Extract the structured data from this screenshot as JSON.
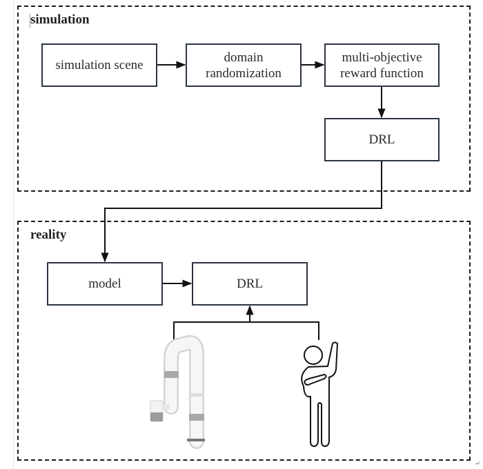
{
  "groups": {
    "simulation": {
      "title": "simulation"
    },
    "reality": {
      "title": "reality"
    }
  },
  "nodes": {
    "simulation_scene": "simulation scene",
    "domain_randomization": "domain\nrandomization",
    "reward_function": "multi-objective\nreward function",
    "drl_sim": "DRL",
    "model": "model",
    "drl_real": "DRL"
  },
  "images": {
    "robot_arm": "robot-arm-illustration",
    "human": "human-waving-icon"
  },
  "edges": [
    {
      "from": "simulation scene",
      "to": "domain randomization"
    },
    {
      "from": "domain randomization",
      "to": "multi-objective reward function"
    },
    {
      "from": "multi-objective reward function",
      "to": "DRL (simulation)"
    },
    {
      "from": "DRL (simulation)",
      "to": "model"
    },
    {
      "from": "model",
      "to": "DRL (reality)"
    },
    {
      "from": "robot arm + human",
      "to": "DRL (reality)"
    }
  ],
  "paragraph_mark": "↵"
}
